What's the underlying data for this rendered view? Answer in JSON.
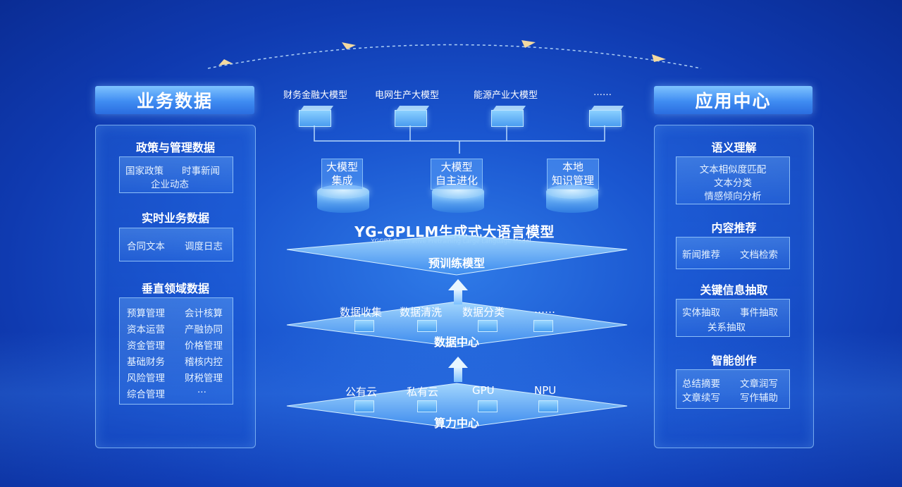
{
  "left": {
    "title": "业务数据",
    "groups": [
      {
        "title": "政策与管理数据",
        "items": [
          "国家政策",
          "时事新闻",
          "企业动态"
        ]
      },
      {
        "title": "实时业务数据",
        "items": [
          "合同文本",
          "调度日志"
        ]
      },
      {
        "title": "垂直领域数据",
        "items": [
          "预算管理",
          "会计核算",
          "资本运营",
          "产融协同",
          "资金管理",
          "价格管理",
          "基础财务",
          "稽核内控",
          "风险管理",
          "财税管理",
          "综合管理",
          "..."
        ]
      }
    ]
  },
  "right": {
    "title": "应用中心",
    "groups": [
      {
        "title": "语义理解",
        "items": [
          "文本相似度匹配",
          "文本分类",
          "情感倾向分析"
        ]
      },
      {
        "title": "内容推荐",
        "items": [
          "新闻推荐",
          "文档检索"
        ]
      },
      {
        "title": "关键信息抽取",
        "items": [
          "实体抽取",
          "事件抽取",
          "关系抽取"
        ]
      },
      {
        "title": "智能创作",
        "items": [
          "总结摘要",
          "文章润写",
          "文章续写",
          "写作辅助"
        ]
      }
    ]
  },
  "center": {
    "models": [
      "财务金融大模型",
      "电网生产大模型",
      "能源产业大模型",
      "……"
    ],
    "capabilities": [
      "大模型\n集成",
      "大模型\n自主进化",
      "本地\n知识管理"
    ],
    "main_title": "YG-GPLLM生成式大语言模型",
    "main_subtitle": "YGGPT Generative Pretraining Large Language Model",
    "pretrain_label": "预训练模型",
    "data_center": {
      "label": "数据中心",
      "items": [
        "数据收集",
        "数据清洗",
        "数据分类",
        "……"
      ]
    },
    "compute_center": {
      "label": "算力中心",
      "items": [
        "公有云",
        "私有云",
        "GPU",
        "NPU"
      ]
    }
  },
  "colors": {
    "background": "#1a56d0",
    "accent": "#7ec3ff",
    "text": "#ffffff"
  }
}
